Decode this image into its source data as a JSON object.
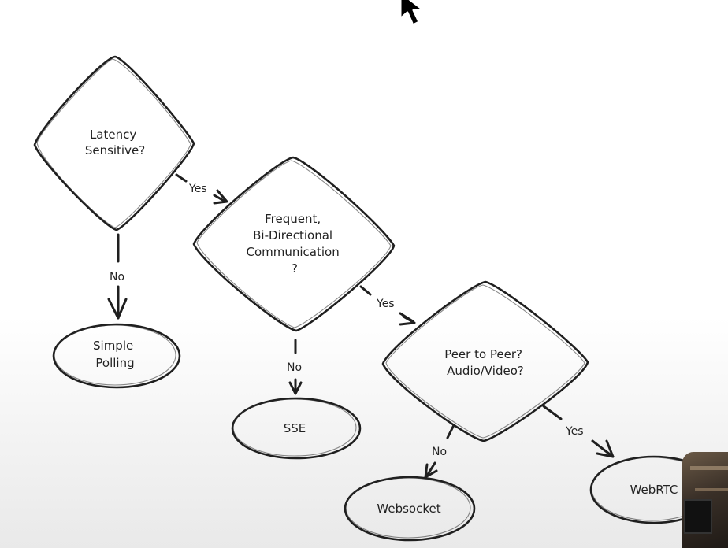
{
  "diagram": {
    "decisions": {
      "latency": {
        "lines": [
          "Latency",
          "Sensitive?"
        ]
      },
      "frequent": {
        "lines": [
          "Frequent,",
          "Bi-Directional",
          "Communication",
          "?"
        ]
      },
      "peer": {
        "lines": [
          "Peer to Peer?",
          "Audio/Video?"
        ]
      }
    },
    "outcomes": {
      "polling": {
        "lines": [
          "Simple",
          "Polling"
        ]
      },
      "sse": {
        "lines": [
          "SSE"
        ]
      },
      "websocket": {
        "lines": [
          "Websocket"
        ]
      },
      "webrtc": {
        "lines": [
          "WebRTC"
        ]
      }
    },
    "edges": {
      "latency_yes": "Yes",
      "latency_no": "No",
      "frequent_yes": "Yes",
      "frequent_no": "No",
      "peer_yes": "Yes",
      "peer_no": "No"
    }
  },
  "overlay": {
    "cursor_icon": "arrow-cursor-icon",
    "webcam": "presenter-webcam"
  }
}
